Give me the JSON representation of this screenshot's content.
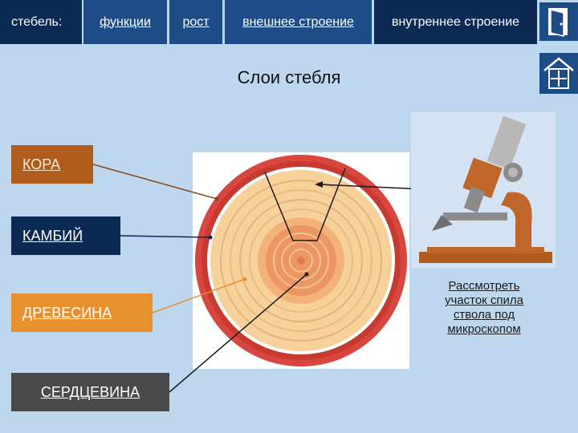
{
  "nav": {
    "stem": "стебель:",
    "functions": "функции",
    "growth": "рост",
    "external": "внешнее строение",
    "internal": "внутреннее строение"
  },
  "icons": {
    "exit": "exit-door-icon",
    "home": "home-icon"
  },
  "title": "Слои стебля",
  "layers": {
    "bark": "КОРА",
    "cambium": "КАМБИЙ",
    "wood": "ДРЕВЕСИНА",
    "pith": "СЕРДЦЕВИНА"
  },
  "microscope_caption": "Рассмотреть участок спила ствола под микроскопом",
  "colors": {
    "nav_dark": "#0d2a55",
    "nav_blue": "#1d4c86",
    "bark": "#b05c1c",
    "wood": "#e7902e",
    "pith": "#4a4a4a",
    "background": "#bcd7ee"
  }
}
